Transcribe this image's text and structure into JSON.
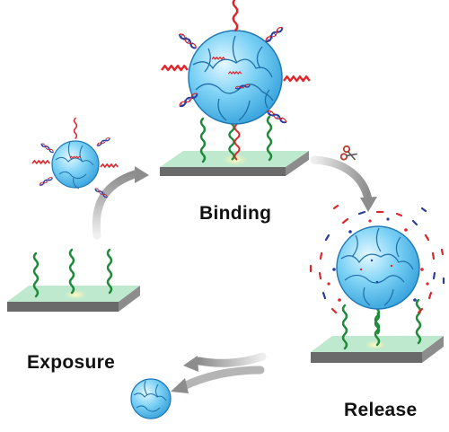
{
  "labels": {
    "binding": "Binding",
    "exposure": "Exposure",
    "release": "Release"
  },
  "colors": {
    "particle_fill": "#5fc4f0",
    "particle_edge": "#1f78b4",
    "particle_highlight": "#d9f4ff",
    "plate_top": "#bfe9cf",
    "plate_side": "#6f6f6f",
    "probe_green": "#1f8a3a",
    "target_red": "#e0262a",
    "strand_blue": "#2b3d9c",
    "arrow_gray": "#9a9a9a",
    "scissors_red": "#c0392b",
    "glow_yellow": "#fff3a0"
  },
  "icons": {
    "scissors": "scissors-icon"
  }
}
